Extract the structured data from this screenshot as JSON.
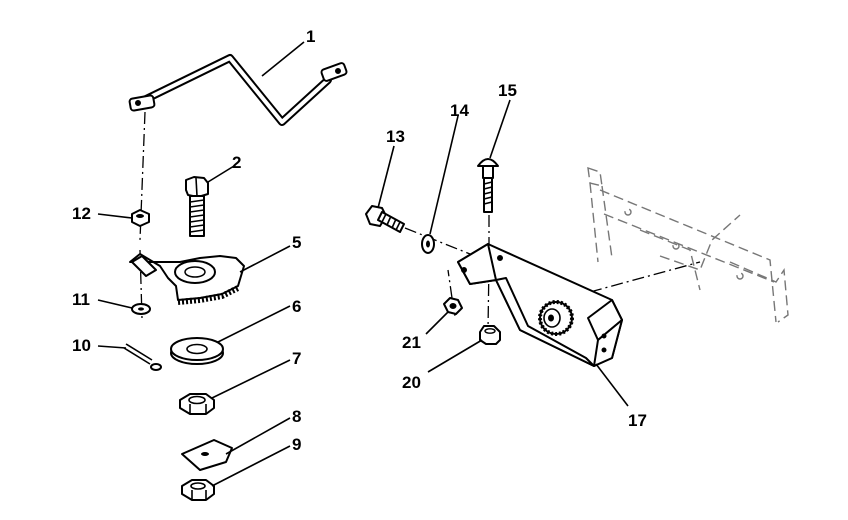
{
  "diagram": {
    "callouts": [
      "1",
      "2",
      "5",
      "12",
      "11",
      "10",
      "6",
      "7",
      "8",
      "9",
      "13",
      "14",
      "15",
      "21",
      "20",
      "17"
    ]
  }
}
